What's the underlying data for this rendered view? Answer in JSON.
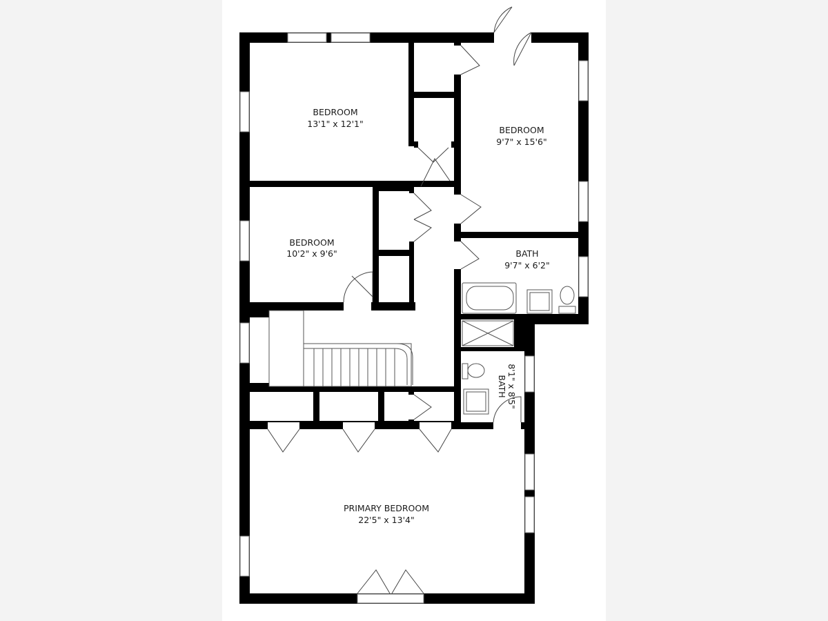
{
  "rooms": {
    "bedroom_1": {
      "name": "BEDROOM",
      "dims": "13'1\" x 12'1\""
    },
    "bedroom_2": {
      "name": "BEDROOM",
      "dims": "9'7\" x 15'6\""
    },
    "bedroom_3": {
      "name": "BEDROOM",
      "dims": "10'2\" x 9'6\""
    },
    "bath_1": {
      "name": "BATH",
      "dims": "9'7\" x 6'2\""
    },
    "bath_2": {
      "name": "BATH",
      "dims": "8'1\" x 8'5\""
    },
    "primary": {
      "name": "PRIMARY BEDROOM",
      "dims": "22'5\" x 13'4\""
    }
  },
  "colors": {
    "wall": "#000000",
    "floor": "#ffffff",
    "margin": "#f3f3f3",
    "line": "#555555"
  }
}
